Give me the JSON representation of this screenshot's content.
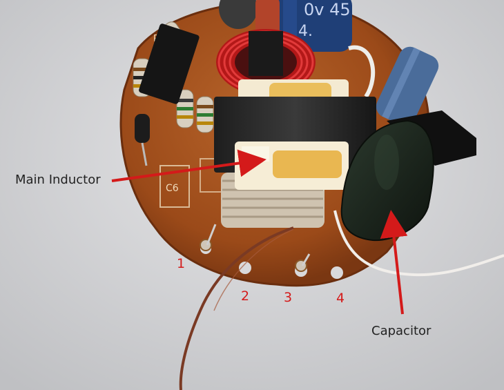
{
  "annotations": {
    "main_inductor": "Main Inductor",
    "capacitor": "Capacitor"
  },
  "pins": [
    "1",
    "2",
    "3",
    "4"
  ],
  "board_silkscreen": {
    "r8": "R8",
    "c6": "C6",
    "cap_print": "0v 45",
    "cap_print_2": "4."
  },
  "colors": {
    "annotation_arrow": "#d41a1a",
    "board": "#a8541f",
    "background": "#d9d9db"
  }
}
